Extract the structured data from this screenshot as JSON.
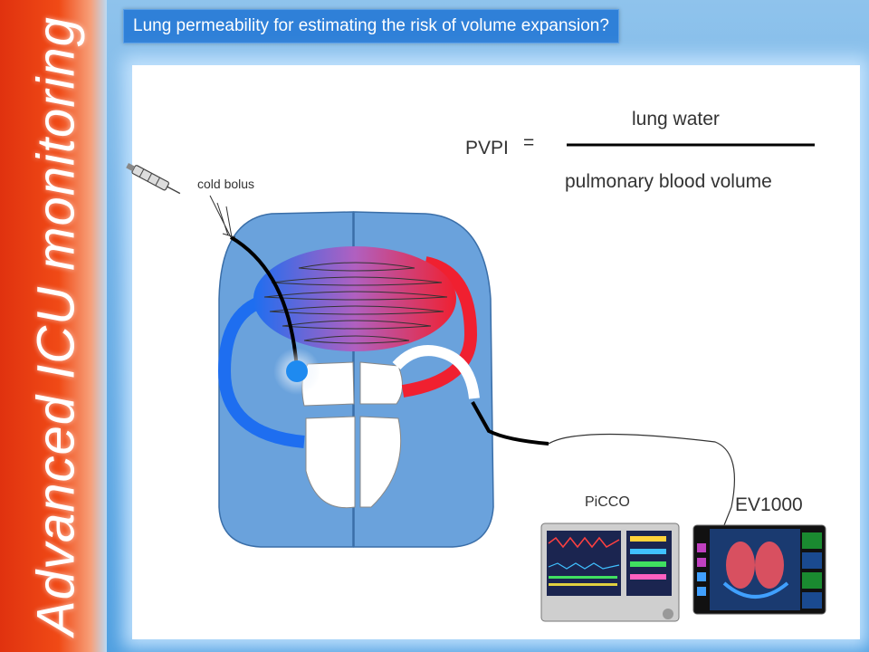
{
  "sidebar": {
    "title": "Advanced ICU monitoring"
  },
  "header": {
    "title": "Lung permeability for estimating the risk of volume expansion?"
  },
  "formula": {
    "lhs": "PVPI",
    "equals": "=",
    "numerator": "lung water",
    "denominator": "pulmonary blood volume"
  },
  "labels": {
    "cold_bolus": "cold bolus",
    "picco": "PiCCO",
    "ev1000": "EV1000"
  },
  "colors": {
    "accent": "#2f80d8",
    "sidebar": "#e8401a",
    "lung": "#6aa2dc",
    "venous": "#1e6ef0",
    "arterial": "#f02030"
  }
}
